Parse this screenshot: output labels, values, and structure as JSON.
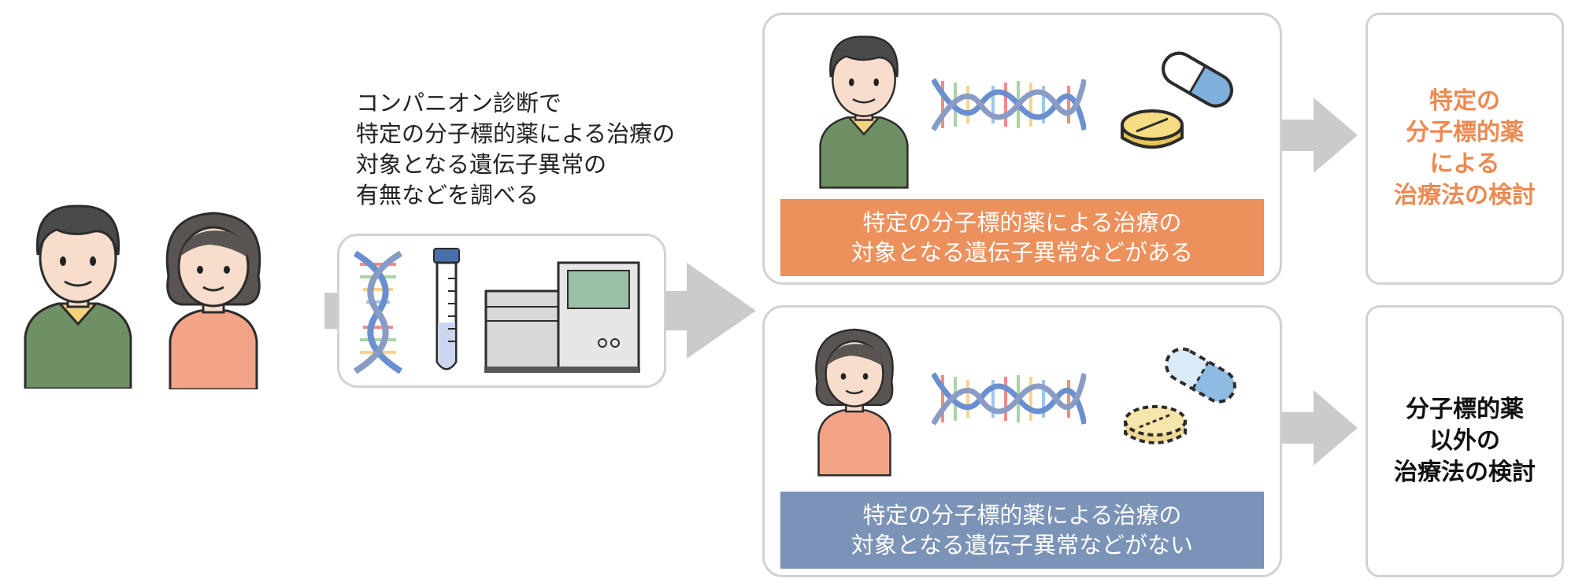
{
  "test_caption": {
    "lines": [
      "コンパニオン診断で",
      "特定の分子標的薬による治療の",
      "対象となる遺伝子異常の",
      "有無などを調べる"
    ]
  },
  "result_positive": {
    "lines": [
      "特定の分子標的薬による治療の",
      "対象となる遺伝子異常などがある"
    ]
  },
  "result_negative": {
    "lines": [
      "特定の分子標的薬による治療の",
      "対象となる遺伝子異常などがない"
    ]
  },
  "outcome_positive": {
    "lines": [
      "特定の",
      "分子標的薬",
      "による",
      "治療法の検討"
    ]
  },
  "outcome_negative": {
    "lines": [
      "分子標的薬",
      "以外の",
      "治療法の検討"
    ]
  },
  "colors": {
    "positive_accent": "#ec905c",
    "negative_accent": "#7b93b6",
    "arrow": "#cbcbcb",
    "panel_border": "#d2d2d2"
  },
  "icons": [
    "man-icon",
    "woman-icon",
    "dna-icon",
    "test-tube-icon",
    "sequencer-icon",
    "capsule-icon",
    "tablet-icon",
    "arrow-icon"
  ]
}
